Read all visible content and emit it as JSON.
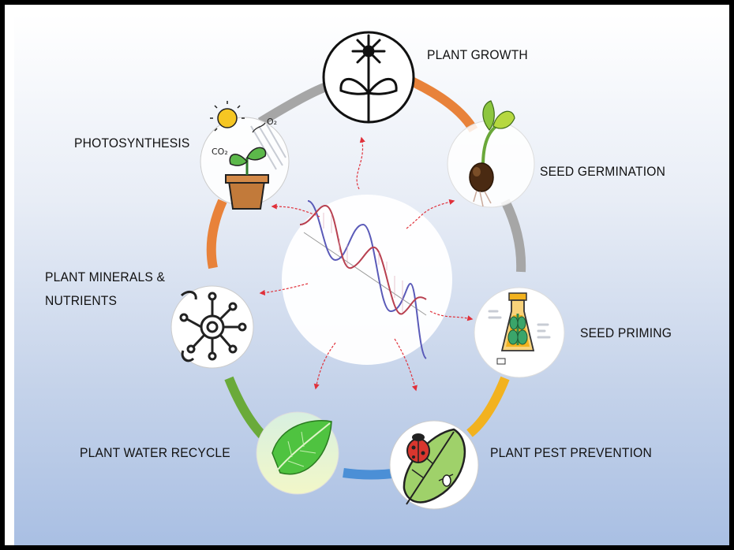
{
  "labels": {
    "plant_growth": "PLANT GROWTH",
    "seed_germination": "SEED GERMINATION",
    "seed_priming": "SEED PRIMING",
    "plant_pest_prevention": "PLANT PEST PREVENTION",
    "plant_water_recycle": "PLANT WATER RECYCLE",
    "plant_minerals_line1": "PLANT MINERALS &",
    "plant_minerals_line2": "NUTRIENTS",
    "photosynthesis": "PHOTOSYNTHESIS"
  },
  "photosynthesis_icon_text": {
    "co2": "CO₂",
    "o2": "O₂"
  },
  "colors": {
    "ring_orange": "#e8823a",
    "ring_gray": "#a6a6a6",
    "ring_yellow": "#f2b21f",
    "ring_blue": "#4b8fd6",
    "ring_green": "#6aaa3a",
    "arrow_red": "#e0303a",
    "wave_red": "#b84050",
    "wave_blue": "#5a5ab8"
  }
}
